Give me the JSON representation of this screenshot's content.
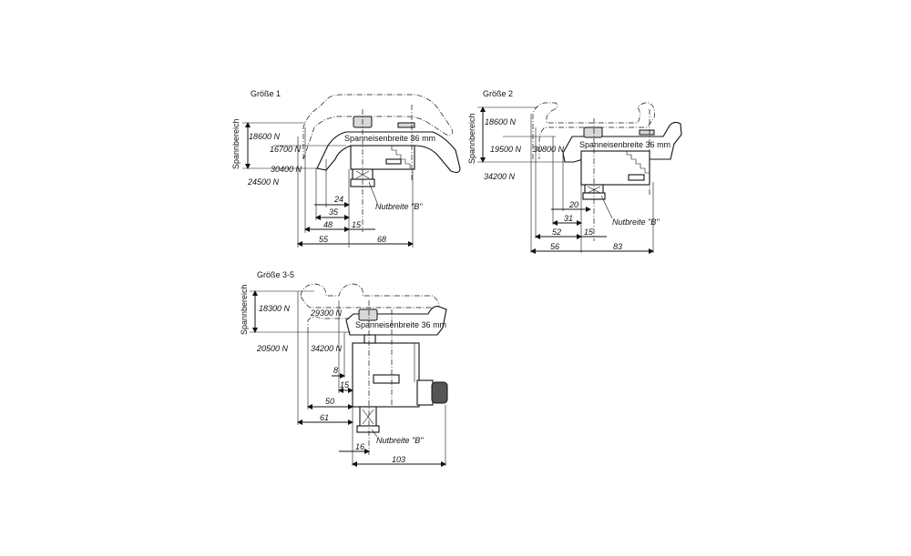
{
  "figures": [
    {
      "title": "Größe 1",
      "range_label": "Spannbereich",
      "forces": [
        "18600 N",
        "16700 N",
        "30400 N",
        "24500 N"
      ],
      "width_label": "Spanneisenbreite 36 mm",
      "slot_label": "Nutbreite \"B\"",
      "dimensions": [
        "24",
        "35",
        "48",
        "15",
        "55",
        "68"
      ]
    },
    {
      "title": "Größe 2",
      "range_label": "Spannbereich",
      "forces": [
        "18600 N",
        "19500 N",
        "30800 N",
        "34200 N"
      ],
      "width_label": "Spanneisenbreite 36 mm",
      "slot_label": "Nutbreite \"B\"",
      "dimensions": [
        "20",
        "31",
        "52",
        "15",
        "56",
        "83"
      ]
    },
    {
      "title": "Größe 3-5",
      "range_label": "Spannbereich",
      "forces": [
        "18300 N",
        "29300 N",
        "20500 N",
        "34200 N"
      ],
      "width_label": "Spanneisenbreite 36 mm",
      "slot_label": "Nutbreite \"B\"",
      "dimensions": [
        "8",
        "15",
        "50",
        "61",
        "16",
        "103"
      ]
    }
  ]
}
